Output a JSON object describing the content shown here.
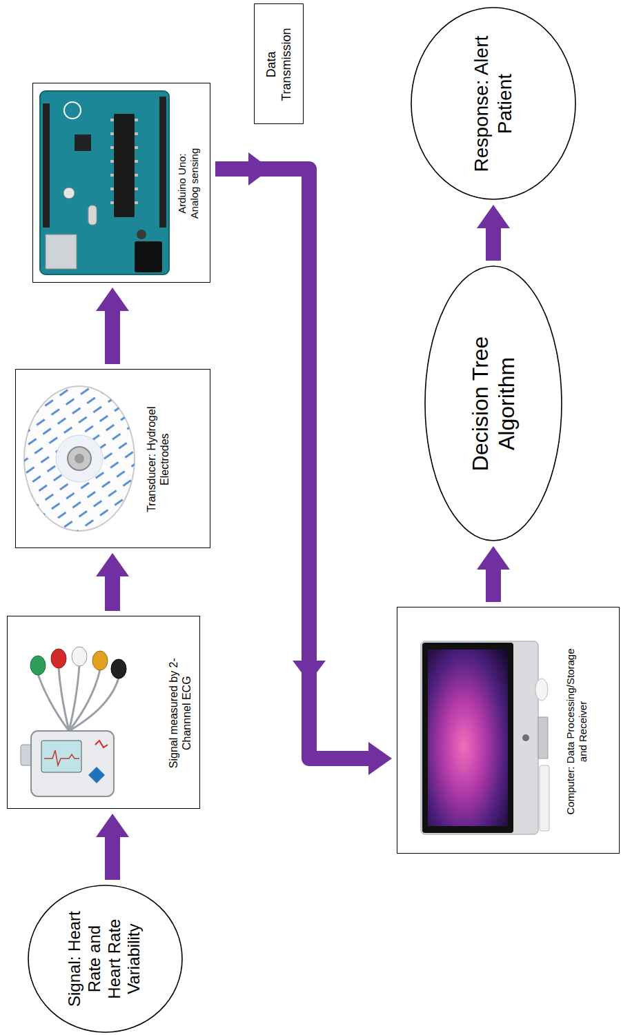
{
  "diagram": {
    "nodes": [
      {
        "text": [
          "Signal: Heart Rate and Heart Rate Variability"
        ]
      },
      {
        "text": [
          "Signal measured by 2-Channnel ECG"
        ]
      },
      {
        "text": [
          "Transducer: Hydrogel Electrodes"
        ]
      },
      {
        "text": [
          "Arduino Uno: Analog sensing"
        ]
      },
      {
        "text": [
          "Data Transmission"
        ]
      },
      {
        "text": [
          "Computer: Data Processing/Storage and Receiver"
        ]
      },
      {
        "text": [
          "Decision Tree Algorithm"
        ]
      },
      {
        "text": [
          "Response: Alert Patient"
        ]
      }
    ],
    "edges": [
      {
        "from": 0,
        "to": 1,
        "arrow": "to"
      },
      {
        "from": 1,
        "to": 2,
        "arrow": "to"
      },
      {
        "from": 2,
        "to": 3,
        "arrow": "to"
      },
      {
        "from": 3,
        "to": 5,
        "arrow": "to"
      },
      {
        "from": 5,
        "to": 6,
        "arrow": "to"
      },
      {
        "from": 6,
        "to": 7,
        "arrow": "to"
      }
    ]
  }
}
